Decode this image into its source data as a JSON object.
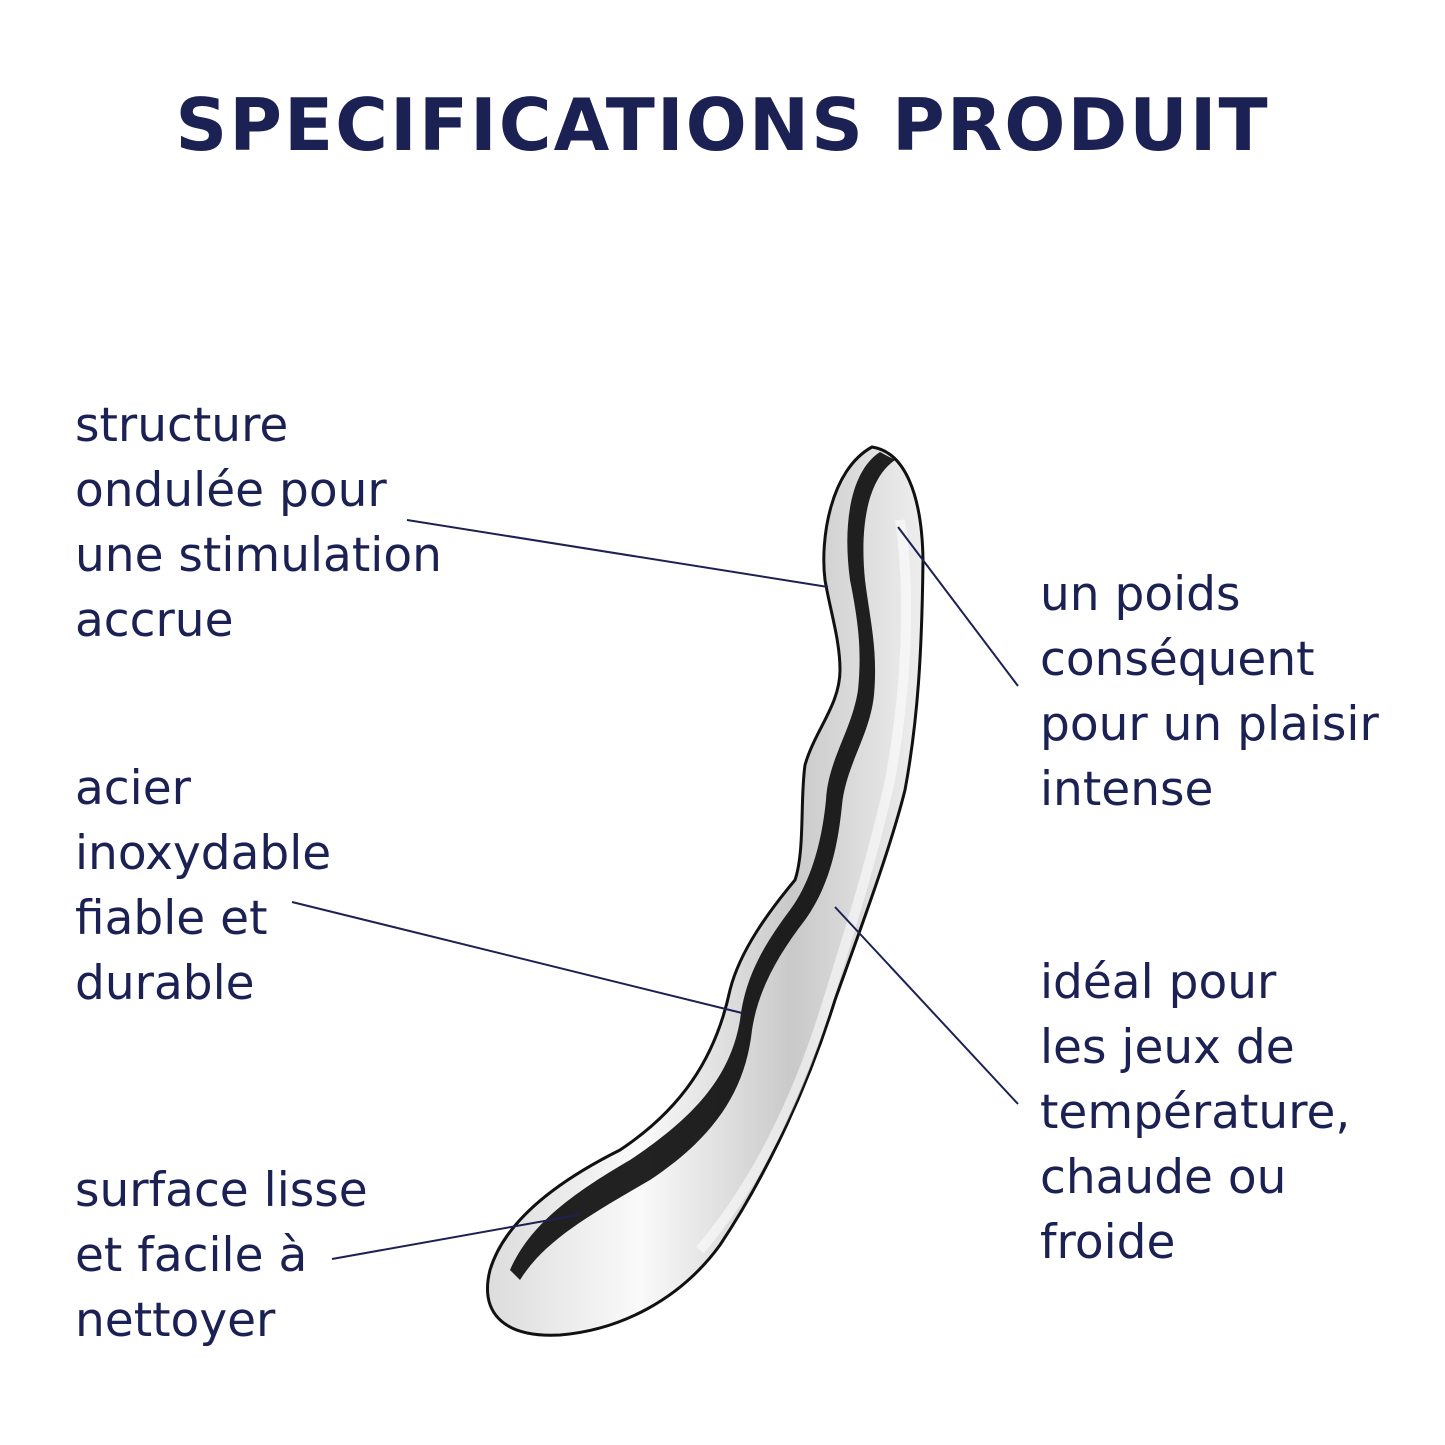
{
  "title": "SPECIFICATIONS PRODUIT",
  "colors": {
    "text": "#1c2154",
    "leader": "#1c2154",
    "background": "#ffffff"
  },
  "callouts": {
    "wavy_structure": [
      "structure",
      "ondulée pour",
      "une stimulation",
      "accrue"
    ],
    "stainless_steel": [
      "acier",
      "inoxydable",
      "fiable et",
      "durable"
    ],
    "smooth_surface": [
      "surface lisse",
      "et facile à",
      "nettoyer"
    ],
    "heavy_weight": [
      "un poids",
      "conséquent",
      "pour un plaisir",
      "intense"
    ],
    "temperature_play": [
      "idéal pour",
      "les jeux de",
      "température,",
      "chaude ou",
      "froide"
    ]
  }
}
